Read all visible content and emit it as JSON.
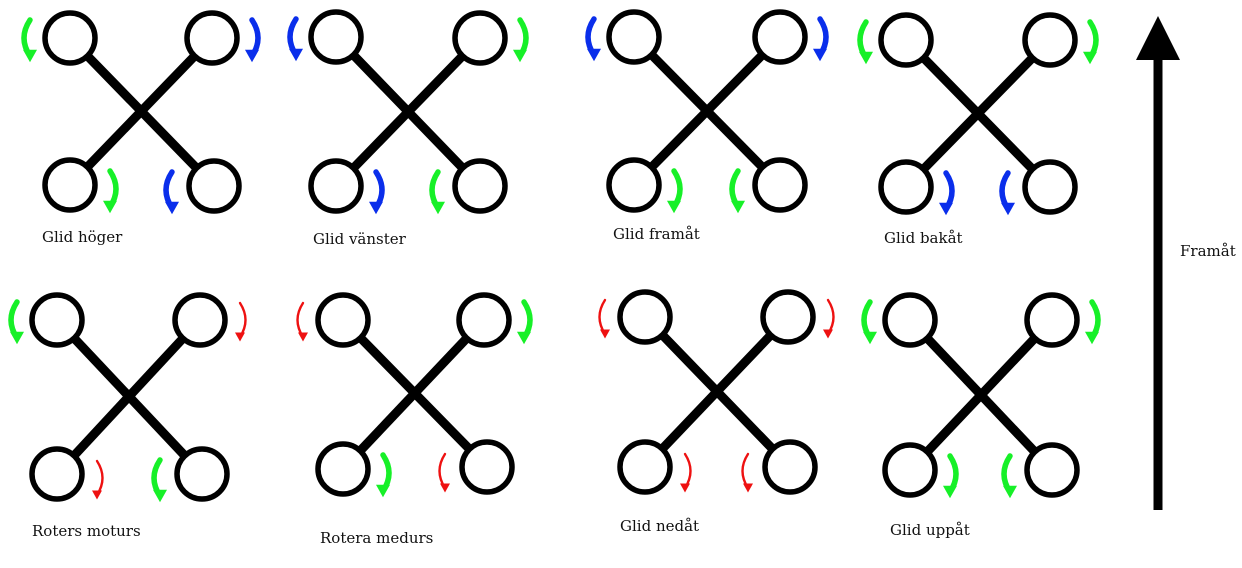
{
  "colors": {
    "frame": "#000000",
    "green": "#17f028",
    "blue": "#0a2eeb",
    "red": "#ee1111"
  },
  "direction_label": "Framåt",
  "diagrams": [
    {
      "label": "Glid höger",
      "props": [
        {
          "color": "green"
        },
        {
          "color": "blue"
        },
        {
          "color": "green"
        },
        {
          "color": "blue"
        }
      ]
    },
    {
      "label": "Glid vänster",
      "props": [
        {
          "color": "blue"
        },
        {
          "color": "green"
        },
        {
          "color": "blue"
        },
        {
          "color": "green"
        }
      ]
    },
    {
      "label": "Glid framåt",
      "props": [
        {
          "color": "blue"
        },
        {
          "color": "blue"
        },
        {
          "color": "green"
        },
        {
          "color": "green"
        }
      ]
    },
    {
      "label": "Glid bakåt",
      "props": [
        {
          "color": "green"
        },
        {
          "color": "green"
        },
        {
          "color": "blue"
        },
        {
          "color": "blue"
        }
      ]
    },
    {
      "label": "Roters moturs",
      "props": [
        {
          "color": "green"
        },
        {
          "color": "red"
        },
        {
          "color": "red"
        },
        {
          "color": "green"
        }
      ]
    },
    {
      "label": "Rotera medurs",
      "props": [
        {
          "color": "red"
        },
        {
          "color": "green"
        },
        {
          "color": "green"
        },
        {
          "color": "red"
        }
      ]
    },
    {
      "label": "Glid nedåt",
      "props": [
        {
          "color": "red"
        },
        {
          "color": "red"
        },
        {
          "color": "red"
        },
        {
          "color": "red"
        }
      ]
    },
    {
      "label": "Glid uppåt",
      "props": [
        {
          "color": "green"
        },
        {
          "color": "green"
        },
        {
          "color": "green"
        },
        {
          "color": "green"
        }
      ]
    }
  ]
}
